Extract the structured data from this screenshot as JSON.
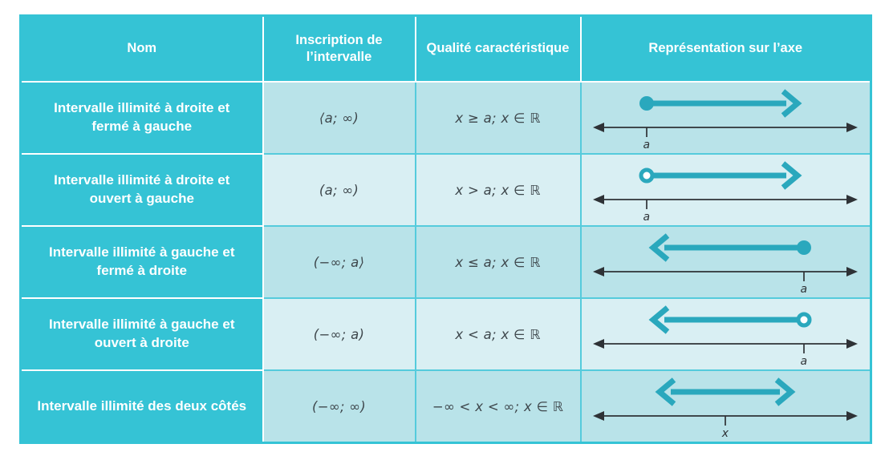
{
  "table": {
    "headers": [
      {
        "label": "Nom"
      },
      {
        "label": "Inscription de l’intervalle"
      },
      {
        "label": "Qualité caractéristique"
      },
      {
        "label": "Représentation sur l’axe"
      }
    ],
    "rows": [
      {
        "name": "Intervalle illimité à droite et fermé à gauche",
        "inscription": "⟨a; ∞)",
        "quality": "x ≥ a; x ∈ ℝ",
        "axis": {
          "endpoint": "closed",
          "endpoint_side": "left",
          "direction": "right",
          "tick_label": "a",
          "tick_position": "left"
        }
      },
      {
        "name": "Intervalle illimité à droite et ouvert à gauche",
        "inscription": "(a; ∞)",
        "quality": "x > a; x ∈ ℝ",
        "axis": {
          "endpoint": "open",
          "endpoint_side": "left",
          "direction": "right",
          "tick_label": "a",
          "tick_position": "left"
        }
      },
      {
        "name": "Intervalle illimité à gauche et fermé à droite",
        "inscription": "(−∞; a⟩",
        "quality": "x ≤ a; x ∈ ℝ",
        "axis": {
          "endpoint": "closed",
          "endpoint_side": "right",
          "direction": "left",
          "tick_label": "a",
          "tick_position": "right"
        }
      },
      {
        "name": "Intervalle illimité à gauche et ouvert à droite",
        "inscription": "(−∞; a)",
        "quality": "x < a; x ∈ ℝ",
        "axis": {
          "endpoint": "open",
          "endpoint_side": "right",
          "direction": "left",
          "tick_label": "a",
          "tick_position": "right"
        }
      },
      {
        "name": "Intervalle illimité des deux côtés",
        "inscription": "(−∞; ∞)",
        "quality": "−∞ < x < ∞; x ∈ ℝ",
        "axis": {
          "endpoint": "none",
          "endpoint_side": "none",
          "direction": "both",
          "tick_label": "x",
          "tick_position": "center"
        }
      }
    ]
  },
  "colors": {
    "teal": "#35c3d5",
    "row_light": "#b9e3e9",
    "row_lighter": "#d9eff3",
    "cell_border": "#55cbdc",
    "arrow_teal": "#2aa8bd",
    "axis_black": "#2e3236",
    "text_dark": "#3e474c",
    "header_text": "#ffffff"
  }
}
